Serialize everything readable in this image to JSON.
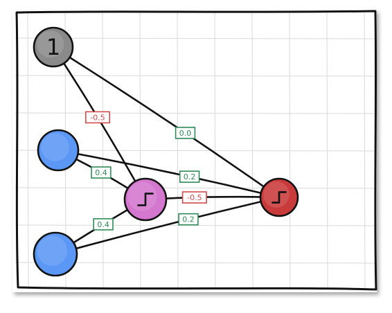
{
  "diagram": {
    "nodes": [
      {
        "id": "bias",
        "kind": "bias",
        "label": "1",
        "color": "#8a8a8a"
      },
      {
        "id": "in1",
        "kind": "input",
        "color": "#5b97f5"
      },
      {
        "id": "in2",
        "kind": "input",
        "color": "#5b97f5"
      },
      {
        "id": "hidden",
        "kind": "step-unit",
        "color": "#d477cf"
      },
      {
        "id": "out",
        "kind": "step-unit",
        "color": "#c93a3a"
      }
    ],
    "edges": [
      {
        "from": "bias",
        "to": "hidden",
        "weight": "-0.5",
        "sign": "negative"
      },
      {
        "from": "bias",
        "to": "out",
        "weight": "0.0",
        "sign": "positive"
      },
      {
        "from": "in1",
        "to": "hidden",
        "weight": "0.4",
        "sign": "positive"
      },
      {
        "from": "in1",
        "to": "out",
        "weight": "0.2",
        "sign": "positive"
      },
      {
        "from": "hidden",
        "to": "out",
        "weight": "-0.5",
        "sign": "negative"
      },
      {
        "from": "in2",
        "to": "hidden",
        "weight": "0.4",
        "sign": "positive"
      },
      {
        "from": "in2",
        "to": "out",
        "weight": "0.2",
        "sign": "positive"
      }
    ],
    "colors": {
      "positive": "#2e8b57",
      "negative": "#d24a4a",
      "grid": "#d9d9d9",
      "ink": "#111111"
    },
    "icons": {
      "step": "step-function-icon"
    }
  }
}
